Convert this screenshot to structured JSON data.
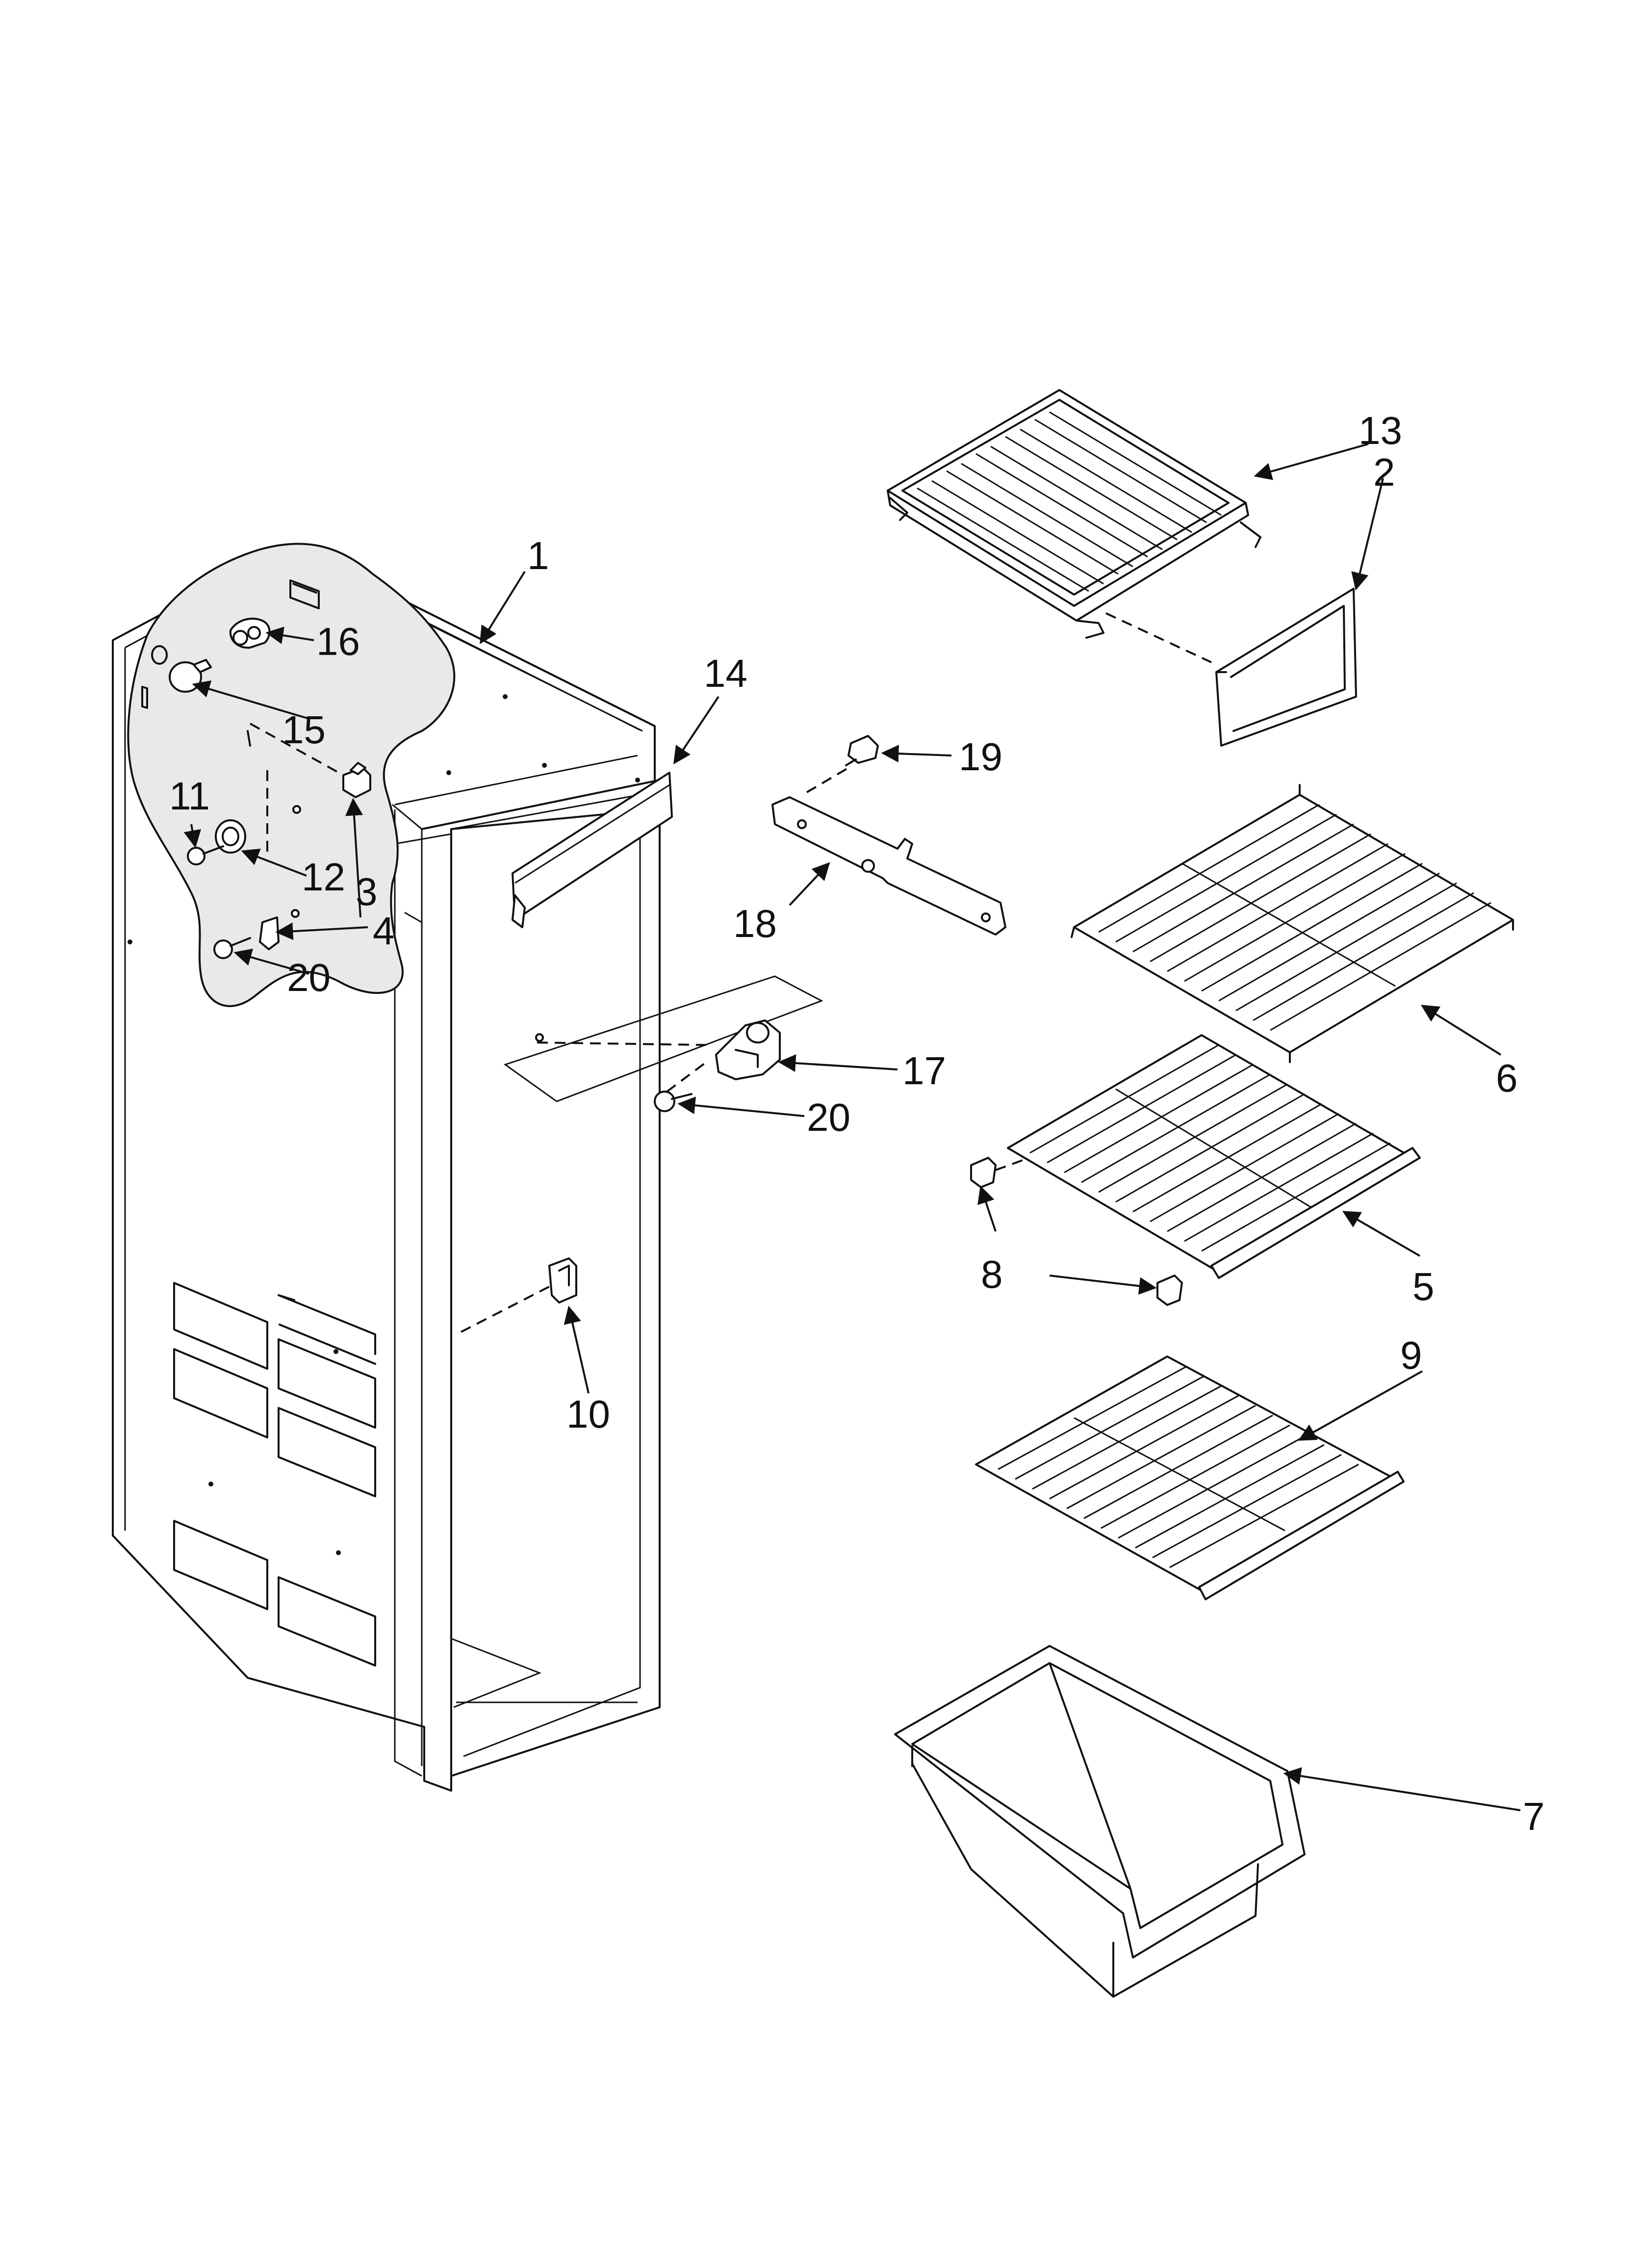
{
  "callouts": [
    {
      "id": "c1",
      "text": "1"
    },
    {
      "id": "c2",
      "text": "2"
    },
    {
      "id": "c3",
      "text": "3"
    },
    {
      "id": "c4",
      "text": "4"
    },
    {
      "id": "c5",
      "text": "5"
    },
    {
      "id": "c6",
      "text": "6"
    },
    {
      "id": "c7",
      "text": "7"
    },
    {
      "id": "c8",
      "text": "8"
    },
    {
      "id": "c9",
      "text": "9"
    },
    {
      "id": "c10",
      "text": "10"
    },
    {
      "id": "c11",
      "text": "11"
    },
    {
      "id": "c12",
      "text": "12"
    },
    {
      "id": "c13",
      "text": "13"
    },
    {
      "id": "c14",
      "text": "14"
    },
    {
      "id": "c15",
      "text": "15"
    },
    {
      "id": "c16",
      "text": "16"
    },
    {
      "id": "c17",
      "text": "17"
    },
    {
      "id": "c18",
      "text": "18"
    },
    {
      "id": "c19",
      "text": "19"
    },
    {
      "id": "c20a",
      "text": "20"
    },
    {
      "id": "c20b",
      "text": "20"
    }
  ]
}
